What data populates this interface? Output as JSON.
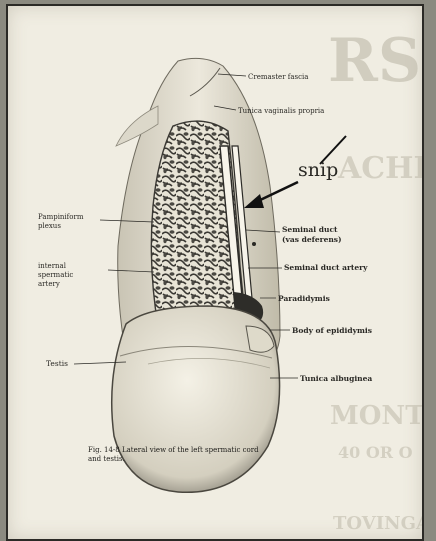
{
  "labels": {
    "cremaster": "Cremaster fascia",
    "tunica_vaginalis": "Tunica vaginalis propria",
    "snip": "snip",
    "pampiniform_1": "Pampiniform",
    "pampiniform_2": "plexus",
    "internal_1": "internal",
    "internal_2": "spermatic",
    "internal_3": "artery",
    "seminal_duct_1": "Seminal duct",
    "seminal_duct_2": "(vas deferens)",
    "seminal_artery": "Seminal duct artery",
    "paradidymis": "Paradidymis",
    "body_epididymis": "Body of epididymis",
    "testis": "Testis",
    "tunica_albuginea": "Tunica albuginea"
  },
  "caption": {
    "line1": "Fig. 14-8  Lateral view of the left spermatic cord",
    "line2": "and testis."
  },
  "bleed_through": [
    "RS",
    "ACHE",
    "MONT H",
    "40 OR O",
    "TOVINGA"
  ]
}
